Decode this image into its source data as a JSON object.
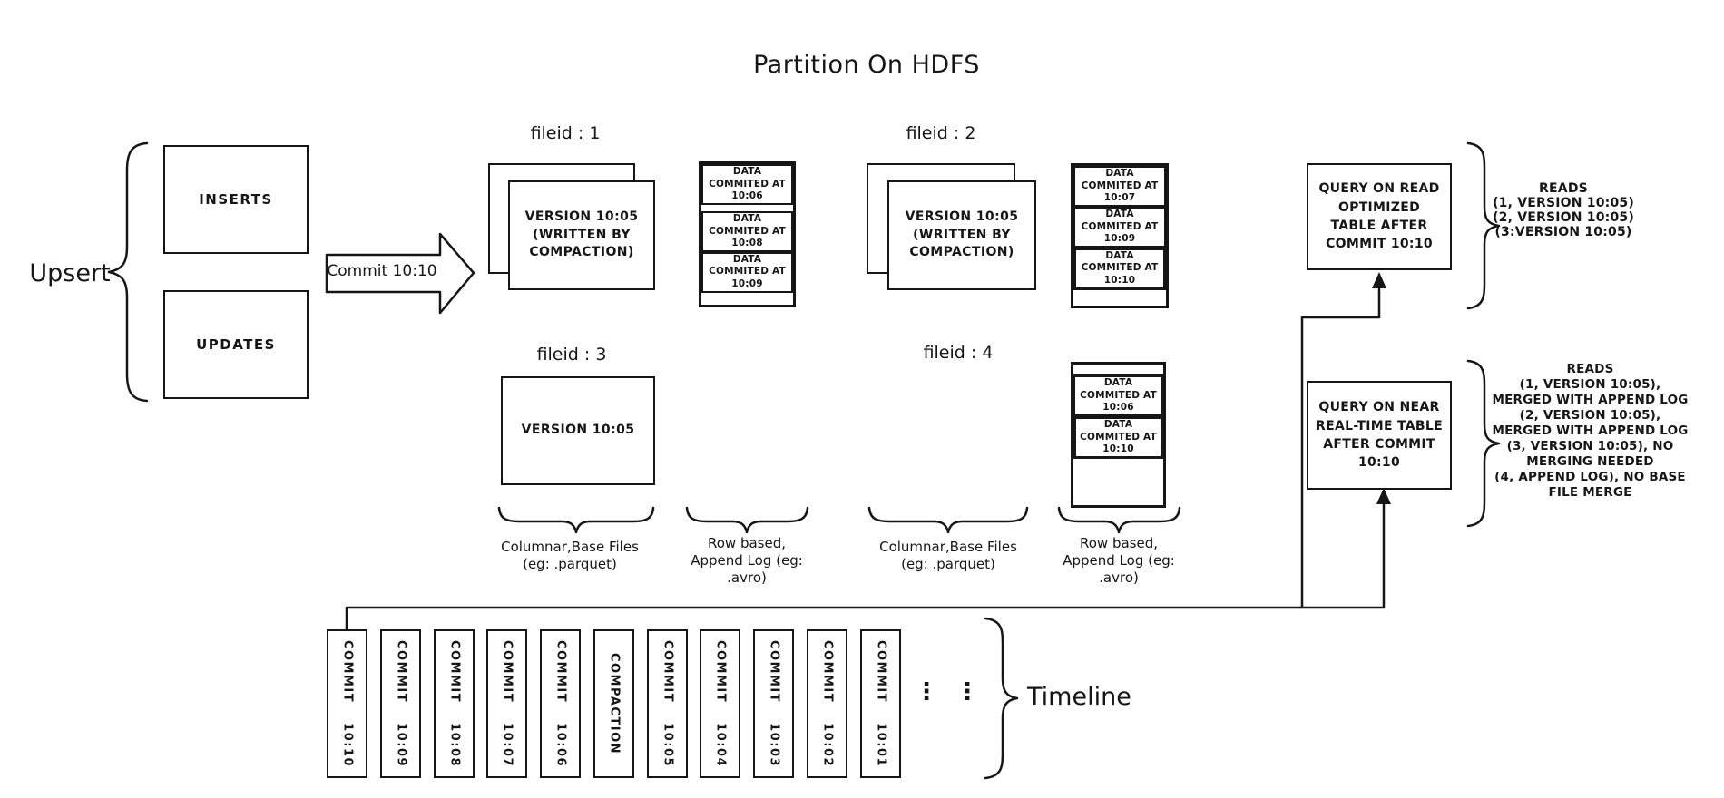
{
  "title": "Partition On HDFS",
  "upsert": {
    "label": "Upsert",
    "boxes": [
      {
        "label": "INSERTS"
      },
      {
        "label": "UPDATES"
      }
    ]
  },
  "commit_arrow": {
    "label": "Commit 10:10"
  },
  "file_groups": [
    {
      "id": "fileid : 1",
      "base": "VERSION 10:05 (WRITTEN BY COMPACTION)"
    },
    {
      "id": "fileid : 2",
      "base": "VERSION 10:05 (WRITTEN BY COMPACTION)"
    },
    {
      "id": "fileid : 3",
      "base": "VERSION 10:05"
    },
    {
      "id": "fileid : 4"
    }
  ],
  "logs": [
    {
      "entries": [
        "DATA COMMITED AT 10:06",
        "DATA COMMITED AT 10:08",
        "DATA COMMITED AT 10:09"
      ]
    },
    {
      "entries": [
        "DATA COMMITED AT 10:07",
        "DATA COMMITED AT 10:09",
        "DATA COMMITED AT 10:10"
      ]
    },
    {
      "entries": [
        "DATA COMMITED AT 10:06",
        "DATA COMMITED AT 10:10"
      ]
    }
  ],
  "column_labels": {
    "columnar_l1": "Columnar,Base Files",
    "columnar_l2": "(eg: .parquet)",
    "row_l1": "Row based,",
    "row_l2": "Append Log  (eg:",
    "row_l3": ".avro)"
  },
  "queries": [
    {
      "box": "QUERY ON READ OPTIMIZED TABLE AFTER COMMIT 10:10",
      "reads": [
        "READS",
        "(1, VERSION 10:05)",
        "(2, VERSION 10:05)",
        "(3:VERSION 10:05)"
      ]
    },
    {
      "box": "QUERY ON NEAR REAL-TIME TABLE AFTER COMMIT 10:10",
      "reads": [
        "READS",
        "(1, VERSION 10:05),",
        "MERGED WITH APPEND LOG",
        "(2, VERSION 10:05),",
        "MERGED WITH APPEND LOG",
        "(3, VERSION 10:05), NO",
        "MERGING NEEDED",
        "(4, APPEND LOG), NO BASE",
        "FILE MERGE"
      ]
    }
  ],
  "timeline": {
    "label": "Timeline",
    "items": [
      "COMMIT 10:10",
      "COMMIT 10:09",
      "COMMIT 10:08",
      "COMMIT 10:07",
      "COMMIT 10:06",
      "COMPACTION",
      "COMMIT 10:05",
      "COMMIT 10:04",
      "COMMIT 10:03",
      "COMMIT 10:02",
      "COMMIT 10:01"
    ],
    "ellipsis": "⋮"
  },
  "colors": {
    "ink": "#161616",
    "bg": "#ffffff"
  }
}
